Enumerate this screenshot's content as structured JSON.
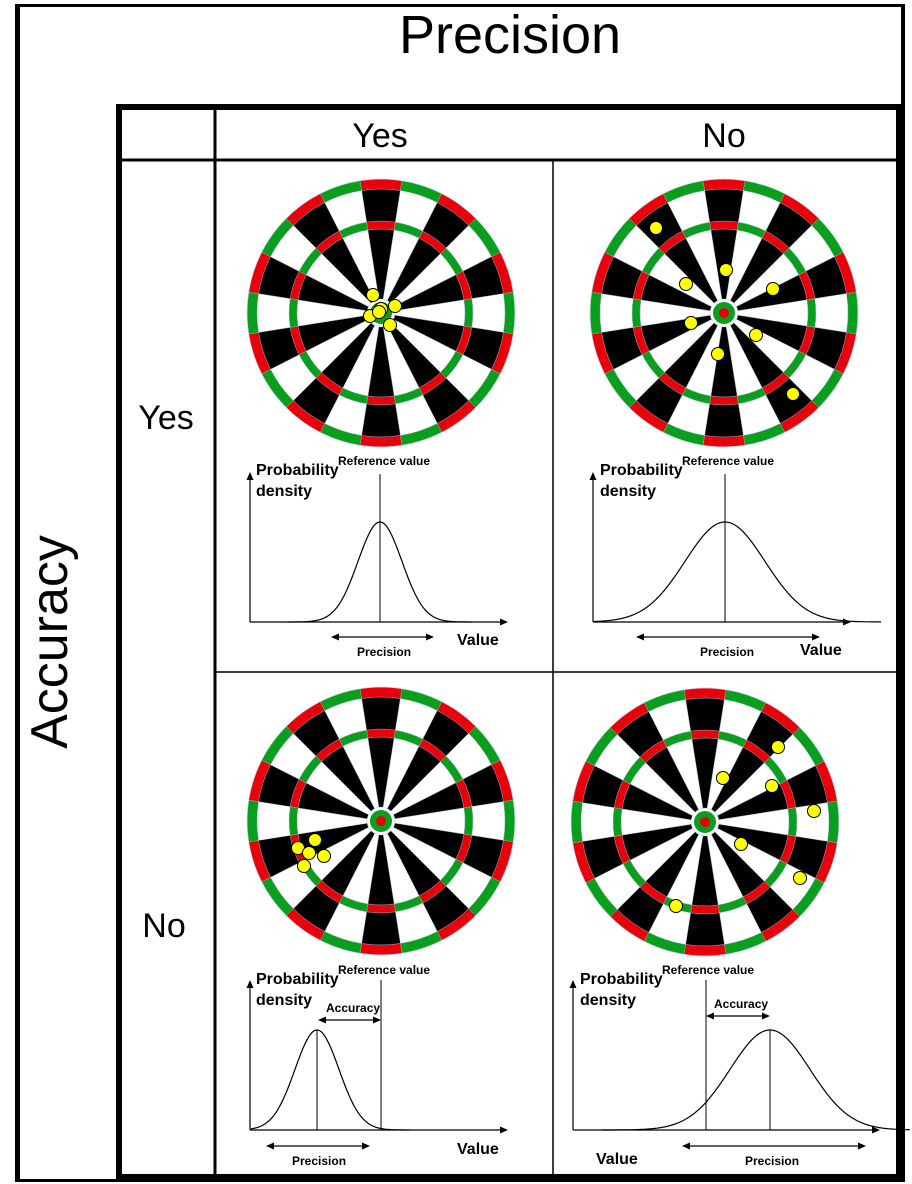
{
  "header": {
    "precision_title": "Precision",
    "accuracy_title": "Accuracy"
  },
  "columns": [
    "Yes",
    "No"
  ],
  "rows": [
    "Yes",
    "No"
  ],
  "labels": {
    "probability_density_line1": "Probability",
    "probability_density_line2": "density",
    "reference_value": "Reference value",
    "value": "Value",
    "precision": "Precision",
    "accuracy": "Accuracy"
  },
  "colors": {
    "board_red": "#e8000b",
    "board_green": "#0a9e1e",
    "board_black": "#000000",
    "board_white": "#ffffff",
    "dart_yellow": "#ffff00"
  }
}
